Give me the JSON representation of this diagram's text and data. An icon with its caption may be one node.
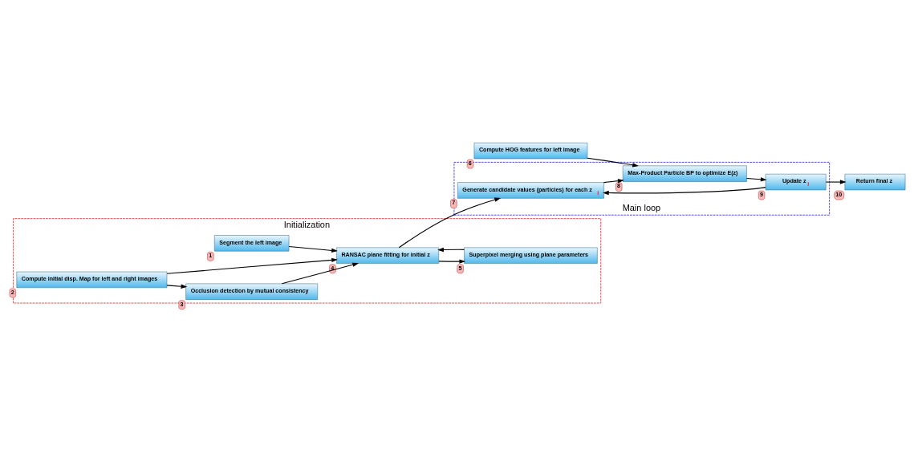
{
  "diagram": {
    "nodes": [
      {
        "text": [
          "Initialization"
        ]
      },
      {
        "text": [
          "Segment the left image"
        ],
        "in": 0,
        "beside": [
          "1"
        ]
      },
      {
        "text": [
          "Compute initial disp. Map for left and right images"
        ],
        "in": 0,
        "beside": [
          "2"
        ]
      },
      {
        "text": [
          "Occlusion detection by mutual consistency"
        ],
        "in": 0,
        "beside": [
          "3"
        ]
      },
      {
        "text": [
          "Superpixel merging using plane parameters"
        ],
        "in": 0,
        "beside": [
          "5"
        ]
      },
      {
        "text": [
          "RANSAC plane fitting for initial z"
        ],
        "in": 0,
        "beside": [
          "4"
        ]
      },
      {
        "text": [
          "Main loop"
        ]
      },
      {
        "text": [
          "Generate candidate values (particles) for each z$_{i}$"
        ],
        "in": 6,
        "beside": [
          "7"
        ]
      },
      {
        "text": [
          "Max-Product Particle BP to optimize E(z)"
        ],
        "in": 6,
        "beside": [
          "8"
        ]
      },
      {
        "text": [
          "Update z$_{i}$"
        ],
        "in": 6,
        "beside": [
          "9"
        ]
      },
      {
        "text": [
          "Compute HOG features for left image"
        ],
        "beside": [
          "6"
        ]
      },
      {
        "text": [
          "Return final z"
        ],
        "beside": [
          "10"
        ]
      }
    ],
    "edges": [
      {
        "from": 1,
        "to": 5,
        "arrow": "to"
      },
      {
        "from": 2,
        "to": 5,
        "arrow": "to"
      },
      {
        "from": 3,
        "to": 5,
        "arrow": "to"
      },
      {
        "from": 2,
        "to": 3,
        "arrow": "to"
      },
      {
        "from": 5,
        "to": 4,
        "arrow": "to"
      },
      {
        "from": 4,
        "to": 5,
        "arrow": "to"
      },
      {
        "from": 5,
        "to": 7,
        "arrow": "to"
      },
      {
        "from": 7,
        "to": 8,
        "arrow": "to"
      },
      {
        "from": 10,
        "to": 8,
        "arrow": "to"
      },
      {
        "from": 8,
        "to": 9,
        "arrow": "to"
      },
      {
        "from": 9,
        "to": 7,
        "arrow": "to"
      },
      {
        "from": 9,
        "to": 11,
        "arrow": "to"
      }
    ]
  }
}
